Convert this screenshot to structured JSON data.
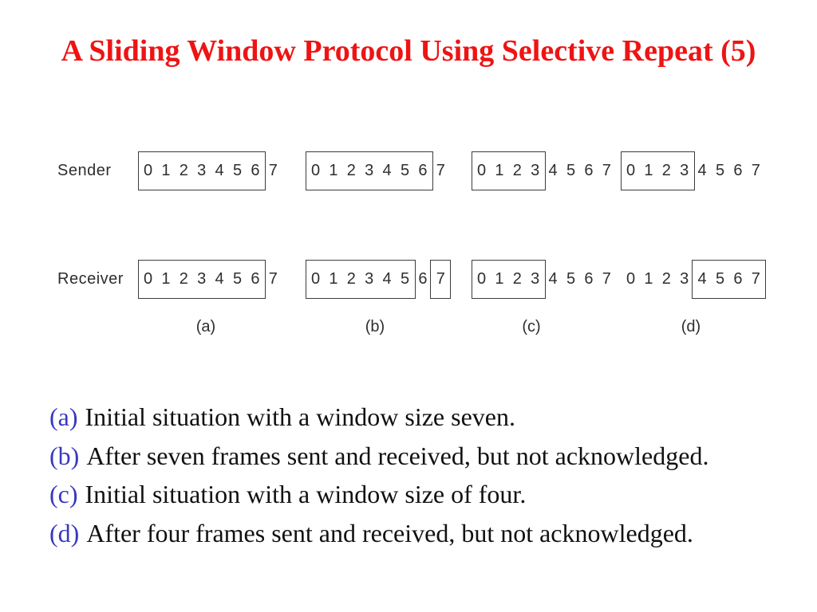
{
  "slide": {
    "title": "A Sliding Window Protocol Using Selective Repeat (5)",
    "title_color": "#ee1414",
    "background_color": "#ffffff"
  },
  "diagram": {
    "ink_color": "#2e2e2e",
    "rows": [
      {
        "label": "Sender",
        "groups": [
          {
            "id": "a",
            "digits": [
              "0",
              "1",
              "2",
              "3",
              "4",
              "5",
              "6",
              "7"
            ],
            "windows": [
              [
                0,
                6
              ]
            ]
          },
          {
            "id": "b",
            "digits": [
              "0",
              "1",
              "2",
              "3",
              "4",
              "5",
              "6",
              "7"
            ],
            "windows": [
              [
                0,
                6
              ]
            ]
          },
          {
            "id": "c",
            "digits": [
              "0",
              "1",
              "2",
              "3",
              "4",
              "5",
              "6",
              "7"
            ],
            "windows": [
              [
                0,
                3
              ]
            ]
          },
          {
            "id": "d",
            "digits": [
              "0",
              "1",
              "2",
              "3",
              "4",
              "5",
              "6",
              "7"
            ],
            "windows": [
              [
                0,
                3
              ]
            ]
          }
        ]
      },
      {
        "label": "Receiver",
        "groups": [
          {
            "id": "a",
            "digits": [
              "0",
              "1",
              "2",
              "3",
              "4",
              "5",
              "6",
              "7"
            ],
            "windows": [
              [
                0,
                6
              ]
            ]
          },
          {
            "id": "b",
            "digits": [
              "0",
              "1",
              "2",
              "3",
              "4",
              "5",
              "6",
              "7"
            ],
            "windows": [
              [
                0,
                5
              ],
              [
                7,
                7
              ]
            ]
          },
          {
            "id": "c",
            "digits": [
              "0",
              "1",
              "2",
              "3",
              "4",
              "5",
              "6",
              "7"
            ],
            "windows": [
              [
                0,
                3
              ]
            ]
          },
          {
            "id": "d",
            "digits": [
              "0",
              "1",
              "2",
              "3",
              "4",
              "5",
              "6",
              "7"
            ],
            "windows": [
              [
                4,
                7
              ]
            ]
          }
        ]
      }
    ],
    "group_labels": [
      "(a)",
      "(b)",
      "(c)",
      "(d)"
    ]
  },
  "captions": [
    {
      "tag": "(a)",
      "text": "Initial situation with a window size seven."
    },
    {
      "tag": "(b)",
      "text": "After seven frames sent and received, but not acknowledged."
    },
    {
      "tag": "(c)",
      "text": "Initial situation with a window size of four."
    },
    {
      "tag": "(d)",
      "text": "After four frames sent and received, but not acknowledged."
    }
  ],
  "caption_tag_color": "#3737c4"
}
